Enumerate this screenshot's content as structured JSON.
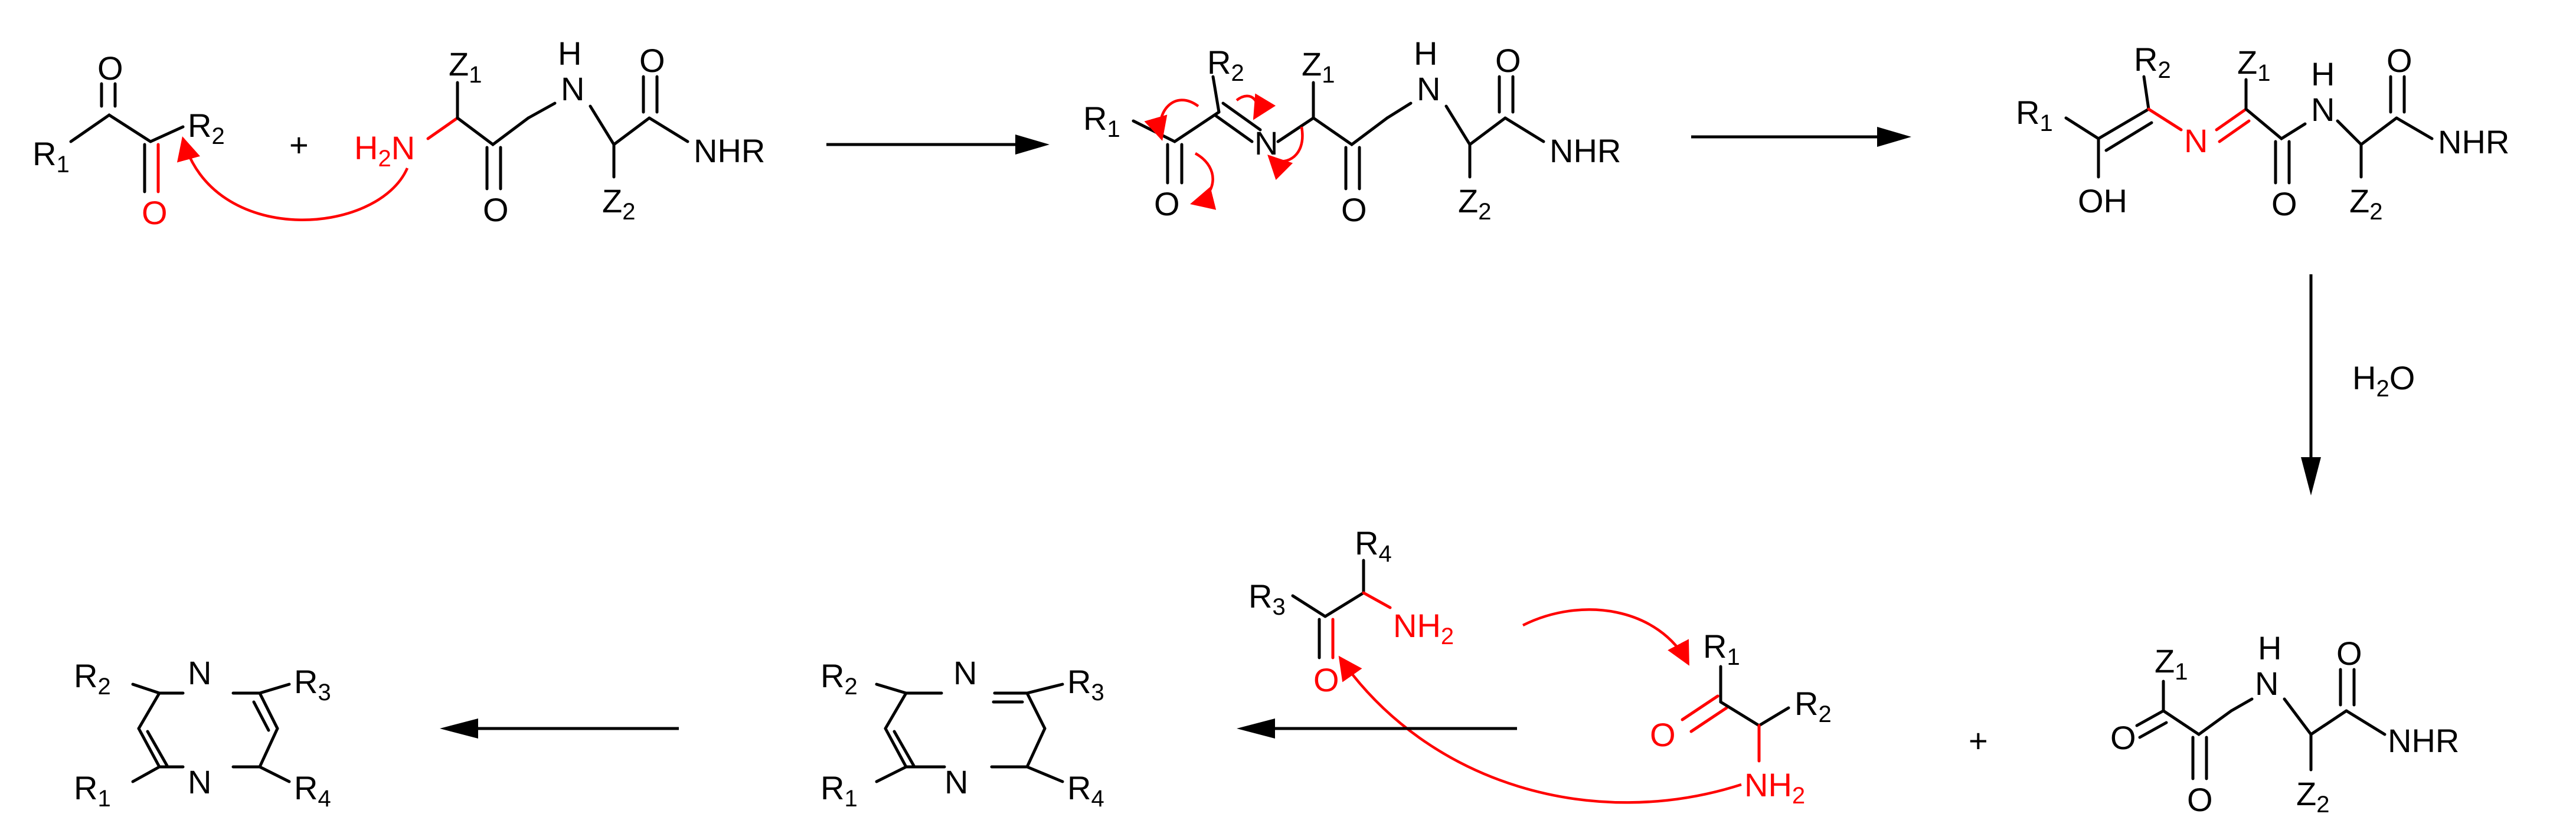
{
  "plus": "+",
  "reagent": "H2O",
  "labels": {
    "R1": "R1",
    "R2": "R2",
    "R3": "R3",
    "R4": "R4",
    "Z1": "Z1",
    "Z2": "Z2",
    "O": "O",
    "N": "N",
    "H": "H",
    "OH": "OH",
    "H2N": "H2N",
    "NH2": "NH2",
    "NHR": "NHR"
  },
  "colors": {
    "highlight": "#ff0000",
    "line": "#000000"
  }
}
